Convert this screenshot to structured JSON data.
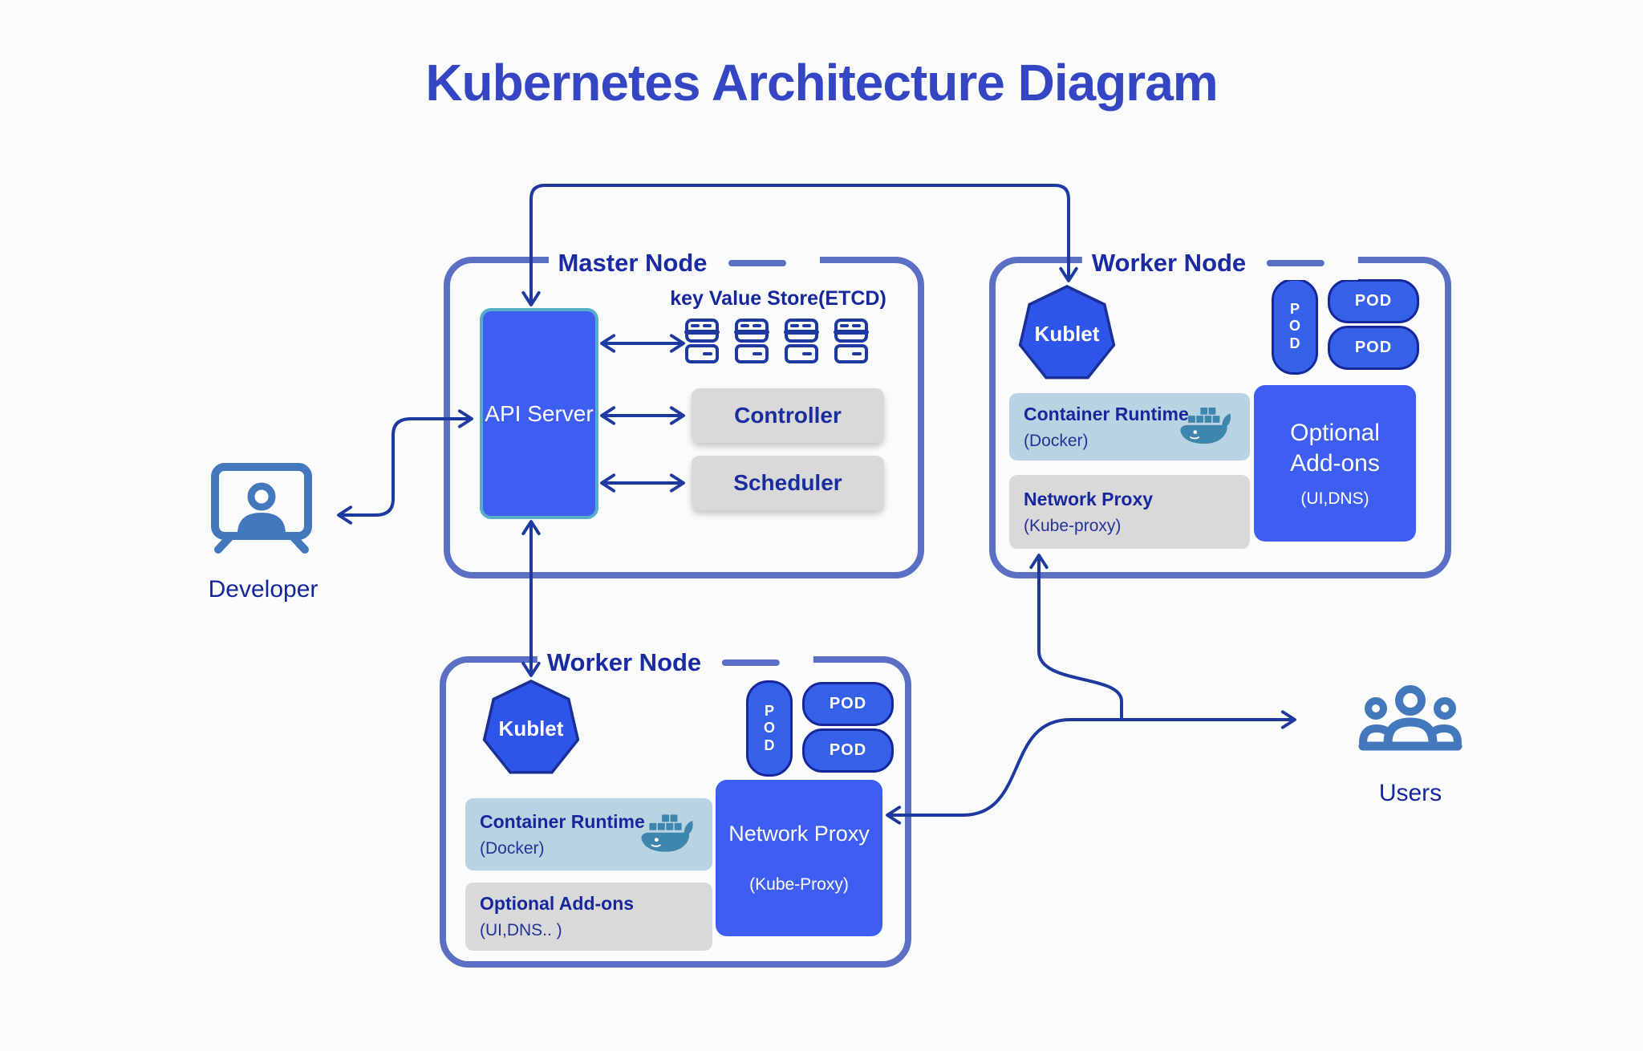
{
  "page": {
    "title": "Kubernetes Architecture Diagram",
    "title_color": "#3546c4",
    "background": "#fafbfb"
  },
  "colors": {
    "node_border": "#5b6fc5",
    "navy_text": "#1a2aa2",
    "royal_blue_fill": "#3d5ef0",
    "api_server_border": "#57aec8",
    "pod_blue": "#3560e8",
    "gray_box": "#d9d9da",
    "light_blue_box": "#b9d3e3",
    "docker_teal": "#3e86ad",
    "arrow": "#1e3aa0",
    "actor_icon_blue": "#4478bd"
  },
  "master_node": {
    "title": "Master Node",
    "api_server": {
      "label": "API Server"
    },
    "etcd": {
      "label": "key Value Store(ETCD)",
      "icon": "database-server-icon",
      "count": 4
    },
    "controller": {
      "label": "Controller"
    },
    "scheduler": {
      "label": "Scheduler"
    }
  },
  "worker_node_top": {
    "title": "Worker Node",
    "kublet": {
      "label": "Kublet"
    },
    "pod_column": {
      "label": "POD"
    },
    "pods": [
      {
        "label": "POD"
      },
      {
        "label": "POD"
      }
    ],
    "container_runtime": {
      "title": "Container Runtime",
      "subtitle": "(Docker)",
      "icon": "docker-whale-icon"
    },
    "network_proxy": {
      "title": "Network Proxy",
      "subtitle": "(Kube-proxy)"
    },
    "optional_addons": {
      "title": "Optional Add-ons",
      "subtitle": "(UI,DNS)"
    }
  },
  "worker_node_bottom": {
    "title": "Worker Node",
    "kublet": {
      "label": "Kublet"
    },
    "pod_column": {
      "label": "POD"
    },
    "pods": [
      {
        "label": "POD"
      },
      {
        "label": "POD"
      }
    ],
    "container_runtime": {
      "title": "Container Runtime",
      "subtitle": "(Docker)",
      "icon": "docker-whale-icon"
    },
    "optional_addons": {
      "title": "Optional Add-ons",
      "subtitle": "(UI,DNS..  )"
    },
    "network_proxy": {
      "title": "Network Proxy",
      "subtitle": "(Kube-Proxy)"
    }
  },
  "actors": {
    "developer": {
      "label": "Developer",
      "icon": "developer-monitor-icon"
    },
    "users": {
      "label": "Users",
      "icon": "users-group-icon"
    }
  }
}
